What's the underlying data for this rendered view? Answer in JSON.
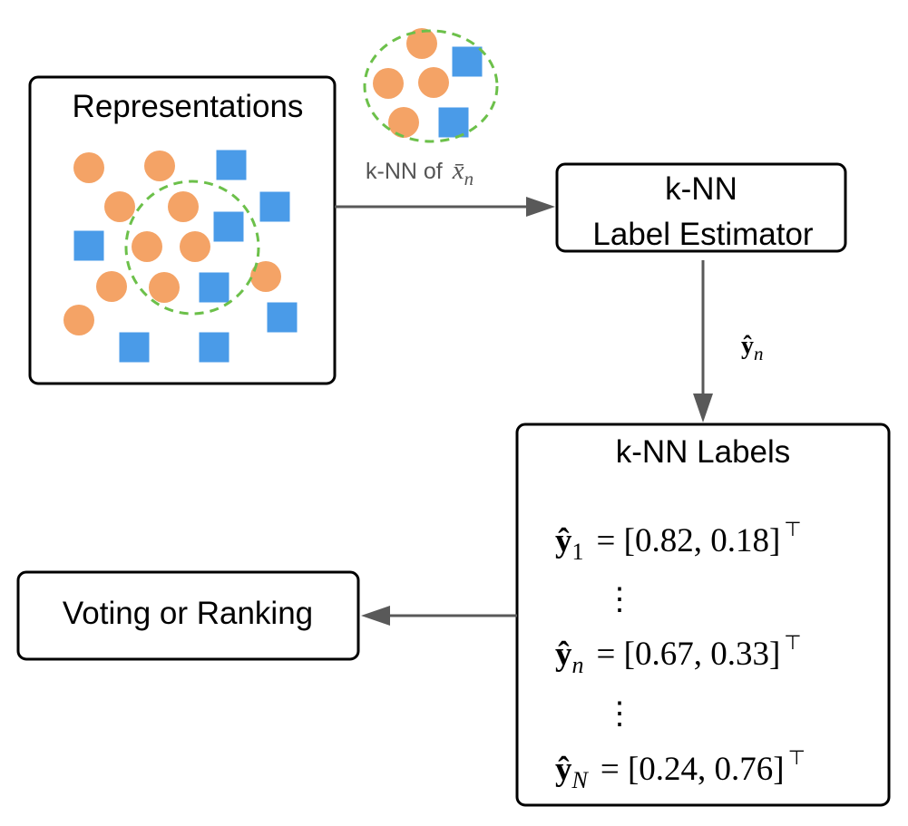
{
  "colors": {
    "circle": "#f4a366",
    "square": "#4a9be8",
    "neighborhood": "#6cc04a",
    "arrow": "#595959",
    "box_border": "#000000"
  },
  "representations": {
    "title": "Representations"
  },
  "edge_label": {
    "prefix": "k-NN of ",
    "symbol": "x̄",
    "subscript": "n"
  },
  "estimator": {
    "line1": "k-NN",
    "line2": "Label Estimator"
  },
  "estimate_label": {
    "symbol": "ŷ",
    "subscript": "n"
  },
  "labels_box": {
    "title": "k-NN Labels",
    "rows": [
      {
        "symbol": "ŷ",
        "subscript": "1",
        "value": "= [0.82, 0.18]",
        "superscript": "⊤"
      },
      {
        "symbol": "ŷ",
        "subscript": "n",
        "value": "= [0.67, 0.33]",
        "superscript": "⊤"
      },
      {
        "symbol": "ŷ",
        "subscript": "N",
        "value": "= [0.24, 0.76]",
        "superscript": "⊤"
      }
    ],
    "ellipsis": "⋮"
  },
  "voting": {
    "label": "Voting or Ranking"
  }
}
